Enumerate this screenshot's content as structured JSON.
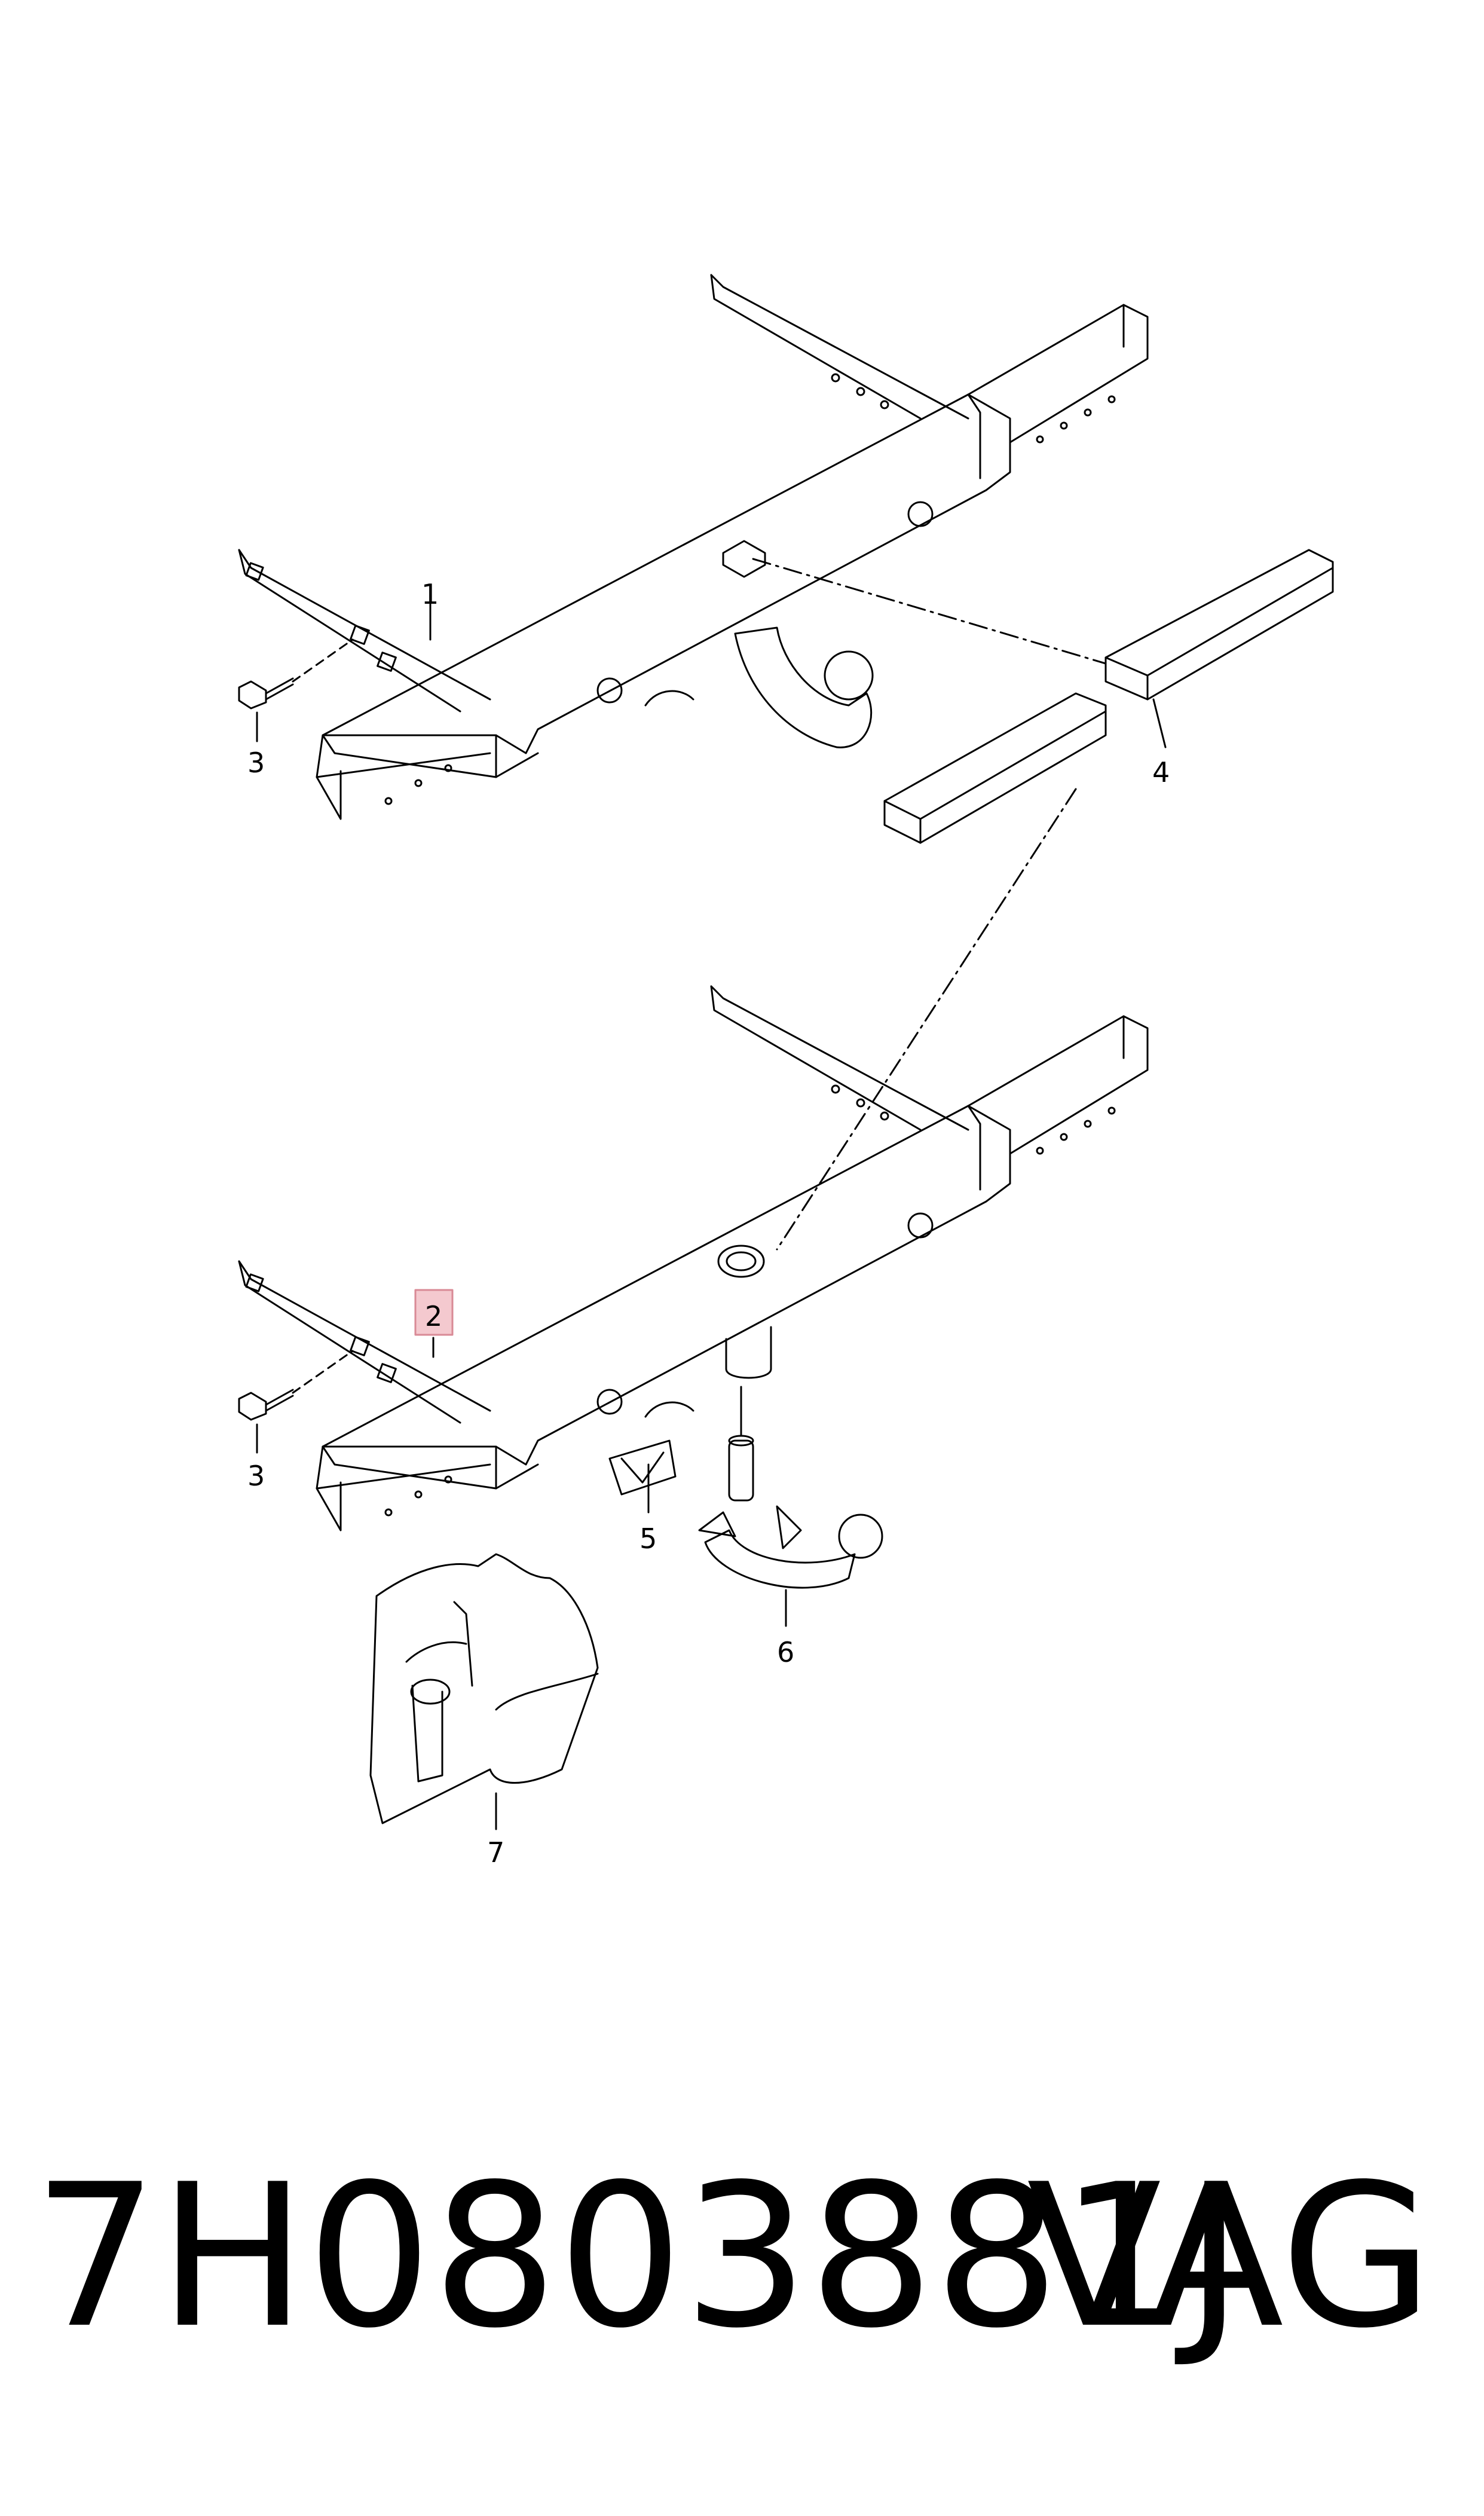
{
  "callouts": {
    "c1": "1",
    "c2": "2",
    "c3a": "3",
    "c3b": "3",
    "c4": "4",
    "c5": "5",
    "c6": "6",
    "c7": "7"
  },
  "highlight": {
    "label": "2",
    "color": "#f4c9cf",
    "border": "#d98a96"
  },
  "footer": {
    "part_number": "7H0803881J",
    "brand": "VAG"
  }
}
